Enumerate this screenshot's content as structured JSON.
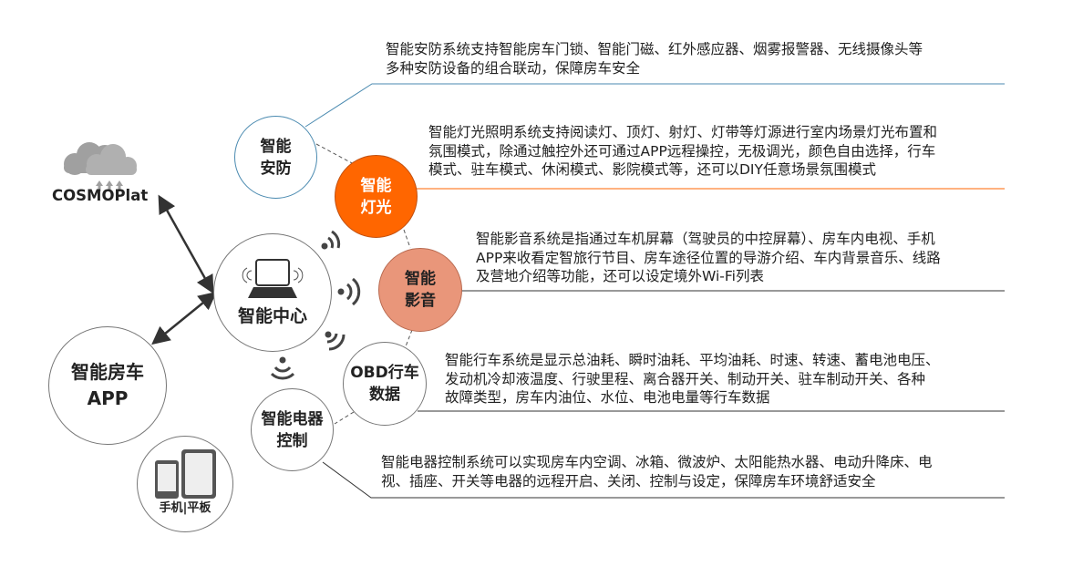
{
  "nodes": {
    "security": {
      "line1": "智能",
      "line2": "安防"
    },
    "lighting": {
      "line1": "智能",
      "line2": "灯光"
    },
    "audio": {
      "line1": "智能",
      "line2": "影音"
    },
    "center": {
      "label": "智能中心"
    },
    "obd": {
      "line1": "OBD行车",
      "line2": "数据"
    },
    "appliance": {
      "line1": "智能电器",
      "line2": "控制"
    },
    "app": {
      "line1": "智能房车",
      "line2": "APP"
    },
    "devices": {
      "label": "手机|平板"
    },
    "cloud": {
      "label": "COSMOPlat"
    }
  },
  "descriptions": {
    "security": [
      "智能安防系统支持智能房车门锁、智能门磁、红外感应器、烟雾报警器、无线摄像头等",
      "多种安防设备的组合联动，保障房车安全"
    ],
    "lighting": [
      "智能灯光照明系统支持阅读灯、顶灯、射灯、灯带等灯源进行室内场景灯光布置和",
      "氛围模式，除通过触控外还可通过APP远程操控，无极调光，颜色自由选择，行车",
      "模式、驻车模式、休闲模式、影院模式等，还可以DIY任意场景氛围模式"
    ],
    "audio": [
      "智能影音系统是指通过车机屏幕（驾驶员的中控屏幕）、房车内电视、手机",
      "APP来收看定智旅行节目、房车途径位置的导游介绍、车内背景音乐、线路",
      "及营地介绍等功能，还可以设定境外Wi-Fi列表"
    ],
    "obd": [
      "智能行车系统是显示总油耗、瞬时油耗、平均油耗、时速、转速、蓄电池电压、",
      "发动机冷却液温度、行驶里程、离合器开关、制动开关、驻车制动开关、各种",
      "故障类型，房车内油位、水位、电池电量等行车数据"
    ],
    "appliance": [
      "智能电器控制系统可以实现房车内空调、冰箱、微波炉、太阳能热水器、电动升降床、电",
      "视、插座、开关等电器的远程开启、关闭、控制与设定，保障房车环境舒适安全"
    ]
  },
  "colors": {
    "lighting": "#ff6600",
    "audio": "#e9967a",
    "security_line": "#4a8ab0",
    "dark": "#333333"
  }
}
